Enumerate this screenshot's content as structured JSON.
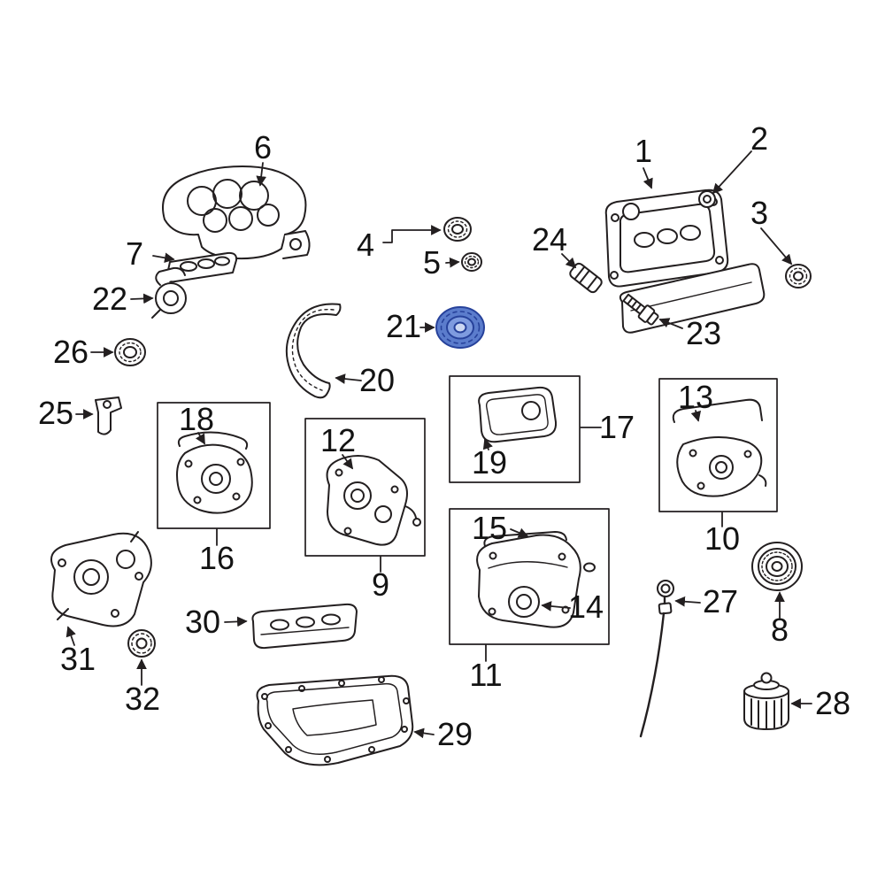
{
  "diagram": {
    "background_color": "#ffffff",
    "line_color": "#231f20",
    "highlight": {
      "selected_part_number": "21",
      "fill_color": "#5b7ccc",
      "rim_color": "#27429b",
      "inner_color": "#7e9bdf",
      "hub_color": "#ccd8f2"
    },
    "callouts": [
      {
        "label": "1"
      },
      {
        "label": "2"
      },
      {
        "label": "3"
      },
      {
        "label": "4"
      },
      {
        "label": "5"
      },
      {
        "label": "6"
      },
      {
        "label": "7"
      },
      {
        "label": "8"
      },
      {
        "label": "9"
      },
      {
        "label": "10"
      },
      {
        "label": "11"
      },
      {
        "label": "12"
      },
      {
        "label": "13"
      },
      {
        "label": "14"
      },
      {
        "label": "15"
      },
      {
        "label": "16"
      },
      {
        "label": "17"
      },
      {
        "label": "18"
      },
      {
        "label": "19"
      },
      {
        "label": "20"
      },
      {
        "label": "21"
      },
      {
        "label": "22"
      },
      {
        "label": "23"
      },
      {
        "label": "24"
      },
      {
        "label": "25"
      },
      {
        "label": "26"
      },
      {
        "label": "27"
      },
      {
        "label": "28"
      },
      {
        "label": "29"
      },
      {
        "label": "30"
      },
      {
        "label": "31"
      },
      {
        "label": "32"
      }
    ]
  }
}
